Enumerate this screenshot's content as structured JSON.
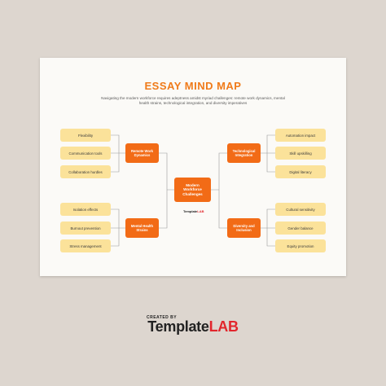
{
  "title": "ESSAY MIND MAP",
  "subtitle": "Navigating the modern workforce requires adeptness amidst myriad challenges: remote work dynamics, mental health strains, technological integration, and diversity imperatives",
  "center": "Modern Workforce Challenges",
  "branches": {
    "top_left": {
      "label": "Remote Work Dynamics",
      "leaves": [
        "Flexibility",
        "Communication tools",
        "Collaboration hurdles"
      ]
    },
    "bottom_left": {
      "label": "Mental Health Strains",
      "leaves": [
        "Isolation effects",
        "Burnout prevention",
        "Stress management"
      ]
    },
    "top_right": {
      "label": "Technological Integration",
      "leaves": [
        "Automation impact",
        "Skill upskilling",
        "Digital literacy"
      ]
    },
    "bottom_right": {
      "label": "Diversity and Inclusion",
      "leaves": [
        "Cultural sensitivity",
        "Gender balance",
        "Equity promotion"
      ]
    }
  },
  "mini_logo": {
    "template": "Template",
    "lab": "LAB"
  },
  "footer": {
    "created_by": "CREATED BY",
    "template": "Template",
    "lab": "LAB"
  },
  "colors": {
    "background": "#ddd6cf",
    "sheet": "#fbfaf7",
    "accent": "#f26b16",
    "leaf": "#fbe29a",
    "connector": "#9a9a9a",
    "brand_red": "#e2262c"
  }
}
